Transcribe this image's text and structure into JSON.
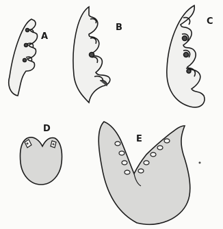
{
  "figure": {
    "labels": {
      "a": "A",
      "b": "B",
      "c": "C",
      "d": "D",
      "e": "E"
    },
    "colors": {
      "paper": "#fbfbf9",
      "outline": "#1c1c1c",
      "tissue": "#d9d9d7",
      "cavity": "#4a4a4a"
    }
  }
}
